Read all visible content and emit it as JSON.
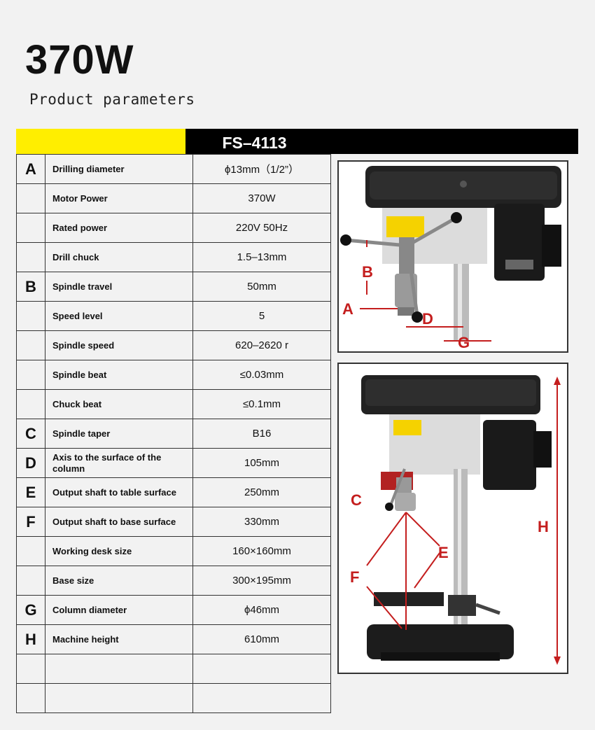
{
  "title": "370W",
  "subtitle": "Product parameters",
  "model": "FS–4113",
  "rows": [
    {
      "letter": "A",
      "name": "Drilling diameter",
      "value": "ϕ13mm（1/2”）"
    },
    {
      "letter": "",
      "name": "Motor Power",
      "value": "370W"
    },
    {
      "letter": "",
      "name": "Rated power",
      "value": "220V 50Hz"
    },
    {
      "letter": "",
      "name": "Drill chuck",
      "value": "1.5–13mm"
    },
    {
      "letter": "B",
      "name": "Spindle travel",
      "value": "50mm"
    },
    {
      "letter": "",
      "name": "Speed level",
      "value": "5"
    },
    {
      "letter": "",
      "name": "Spindle speed",
      "value": "620–2620 r"
    },
    {
      "letter": "",
      "name": "Spindle beat",
      "value": "≤0.03mm"
    },
    {
      "letter": "",
      "name": "Chuck beat",
      "value": "≤0.1mm"
    },
    {
      "letter": "C",
      "name": "Spindle taper",
      "value": "B16"
    },
    {
      "letter": "D",
      "name": "Axis to the surface of the column",
      "value": "105mm"
    },
    {
      "letter": "E",
      "name": "Output shaft to table surface",
      "value": "250mm"
    },
    {
      "letter": "F",
      "name": "Output shaft to base surface",
      "value": "330mm"
    },
    {
      "letter": "",
      "name": "Working desk size",
      "value": "160×160mm"
    },
    {
      "letter": "",
      "name": "Base size",
      "value": "300×195mm"
    },
    {
      "letter": "G",
      "name": "Column diameter",
      "value": "ϕ46mm"
    },
    {
      "letter": "H",
      "name": "Machine height",
      "value": "610mm"
    },
    {
      "letter": "",
      "name": "",
      "value": ""
    },
    {
      "letter": "",
      "name": "",
      "value": ""
    }
  ],
  "diagram_top_labels": {
    "a": "A",
    "b": "B",
    "d": "D",
    "g": "G"
  },
  "diagram_bottom_labels": {
    "c": "C",
    "e": "E",
    "f": "F",
    "h": "H"
  },
  "accent_color": "#c41e1e",
  "header_yellow": "#ffee00"
}
